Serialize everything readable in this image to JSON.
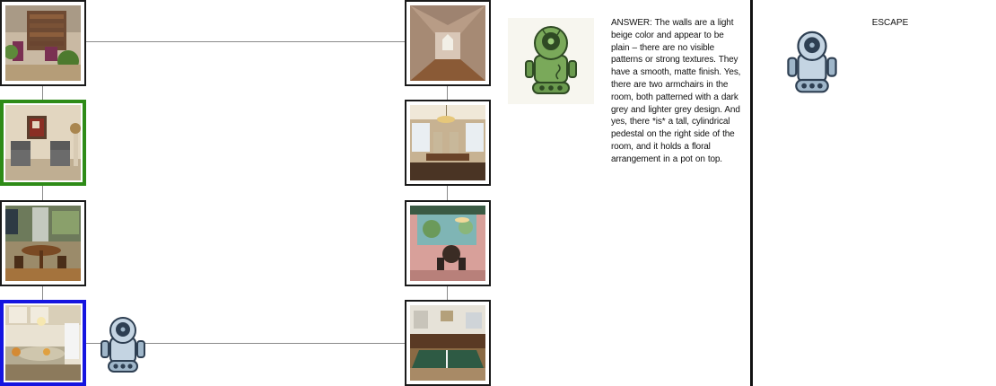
{
  "rooms": {
    "left": [
      {
        "id": "left-1",
        "scene": "library-study"
      },
      {
        "id": "left-2",
        "scene": "living-room-armchairs",
        "selected": "current-target"
      },
      {
        "id": "left-3",
        "scene": "dining-nook"
      },
      {
        "id": "left-4",
        "scene": "kitchen",
        "selected": "agent-location"
      }
    ],
    "right": [
      {
        "id": "right-1",
        "scene": "attic-bedroom"
      },
      {
        "id": "right-2",
        "scene": "dining-room-chandelier"
      },
      {
        "id": "right-3",
        "scene": "dining-room-mural"
      },
      {
        "id": "right-4",
        "scene": "game-room-ping-pong"
      }
    ]
  },
  "highlight_colors": {
    "current_target": "#2e8b17",
    "agent_location": "#1515e0"
  },
  "agent": {
    "icon": "robot-icon",
    "color": "#9fb6c9"
  },
  "answer_panel": {
    "icon": "green-robot-icon",
    "icon_color": "#6a9a4e",
    "text": "ANSWER: The walls are a light beige color and appear to be plain – there are no visible patterns or strong textures. They have a smooth, matte finish.  Yes, there are two armchairs in the room, both patterned with a dark grey and lighter grey design. And yes, there *is* a tall, cylindrical pedestal on the right side of the room, and it holds a floral arrangement in a pot on top."
  },
  "escape_panel": {
    "label": "ESCAPE",
    "icon": "robot-icon"
  }
}
